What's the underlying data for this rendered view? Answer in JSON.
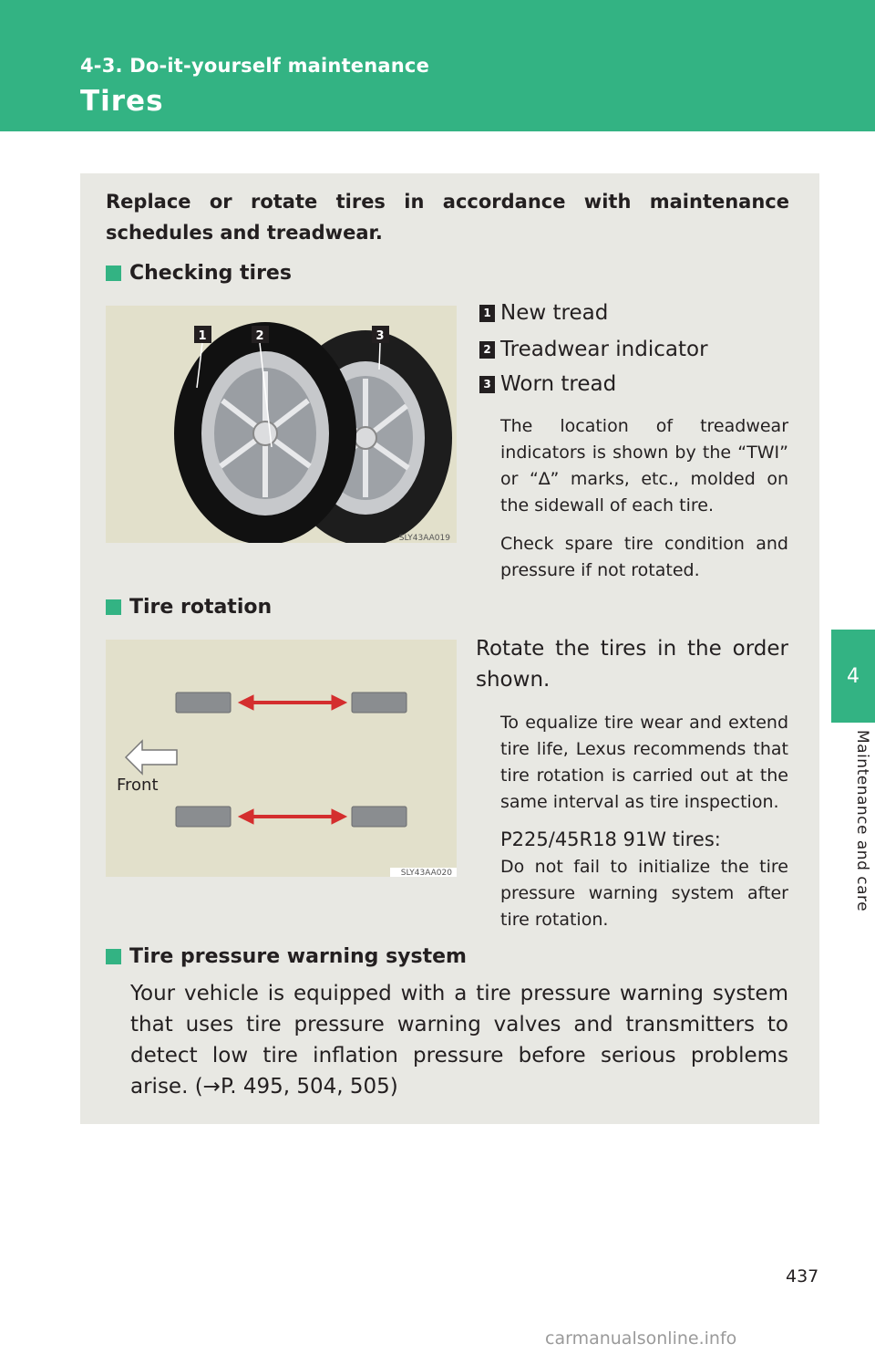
{
  "header": {
    "section": "4-3. Do-it-yourself maintenance",
    "title": "Tires"
  },
  "side_tab": {
    "number": "4",
    "label": "Maintenance and care"
  },
  "intro": "Replace or rotate tires in accordance with maintenance schedules and treadwear.",
  "checking": {
    "heading": "Checking tires",
    "image_code": "SLY43AA019",
    "legend": [
      {
        "num": "1",
        "label": "New tread"
      },
      {
        "num": "2",
        "label": "Treadwear indicator"
      },
      {
        "num": "3",
        "label": "Worn tread"
      }
    ],
    "note1": "The location of treadwear indicators is shown by the “TWI” or “∆” marks, etc., molded on the sidewall of each tire.",
    "note2": "Check spare tire condition and pressure if not rotated."
  },
  "rotation": {
    "heading": "Tire rotation",
    "front_label": "Front",
    "image_code": "SLY43AA020",
    "text": "Rotate the tires in the order shown.",
    "note1": "To equalize tire wear and extend tire life, Lexus recommends that tire rotation is carried out at the same interval as tire inspection.",
    "note2_title": "P225/45R18 91W tires:",
    "note2": "Do not fail to initialize the tire pressure warning system after tire rotation."
  },
  "tpws": {
    "heading": "Tire pressure warning system",
    "body": "Your vehicle is equipped with a tire pressure warning system that uses tire pressure warning valves and transmitters to detect low tire inflation pressure before serious problems arise. (→P. 495, 504, 505)"
  },
  "page_number": "437",
  "watermark": "carmanualsonline.info",
  "colors": {
    "accent": "#33b383",
    "box": "#e8e8e3",
    "arrow": "#d42e2e"
  }
}
